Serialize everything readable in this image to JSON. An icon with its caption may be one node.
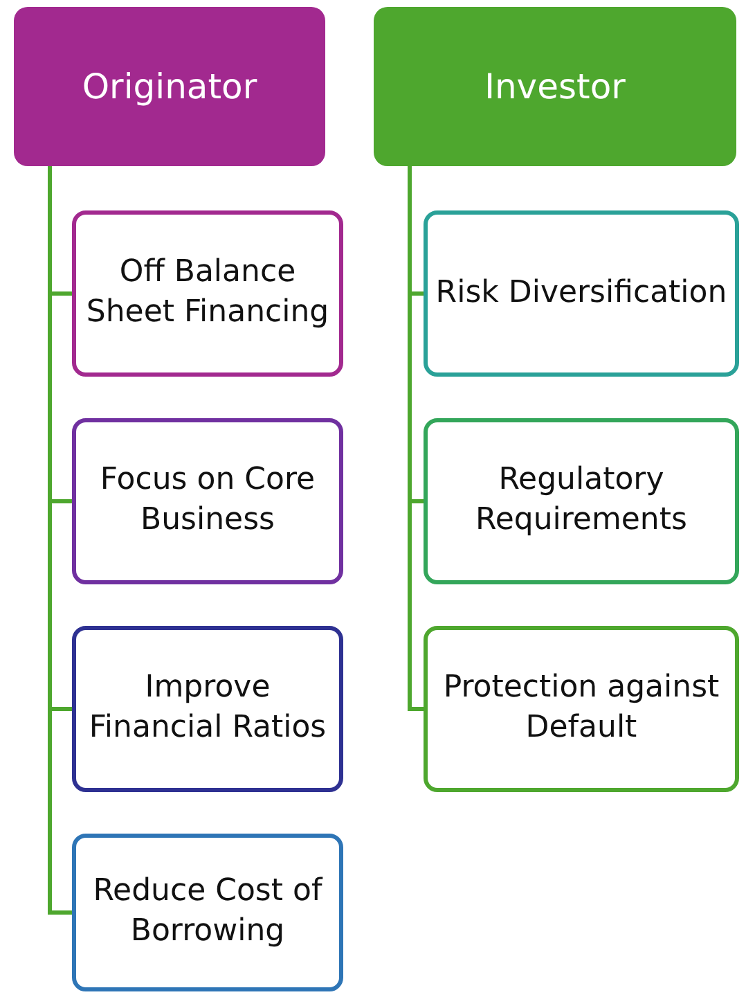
{
  "diagram": {
    "nodes": [
      {
        "text": [
          "Originator"
        ]
      },
      {
        "text": [
          "Off Balance Sheet Financing"
        ]
      },
      {
        "text": [
          "Focus on Core Business"
        ]
      },
      {
        "text": [
          "Improve Financial Ratios"
        ]
      },
      {
        "text": [
          "Reduce Cost of Borrowing"
        ]
      },
      {
        "text": [
          "Investor"
        ]
      },
      {
        "text": [
          "Risk Diversification"
        ]
      },
      {
        "text": [
          "Regulatory Requirements"
        ]
      },
      {
        "text": [
          "Protection against Default"
        ]
      }
    ],
    "edges": [
      {
        "from": 0,
        "to": 1,
        "arrow": "none"
      },
      {
        "from": 0,
        "to": 2,
        "arrow": "none"
      },
      {
        "from": 0,
        "to": 3,
        "arrow": "none"
      },
      {
        "from": 0,
        "to": 4,
        "arrow": "none"
      },
      {
        "from": 5,
        "to": 6,
        "arrow": "none"
      },
      {
        "from": 5,
        "to": 7,
        "arrow": "none"
      },
      {
        "from": 5,
        "to": 8,
        "arrow": "none"
      }
    ]
  }
}
